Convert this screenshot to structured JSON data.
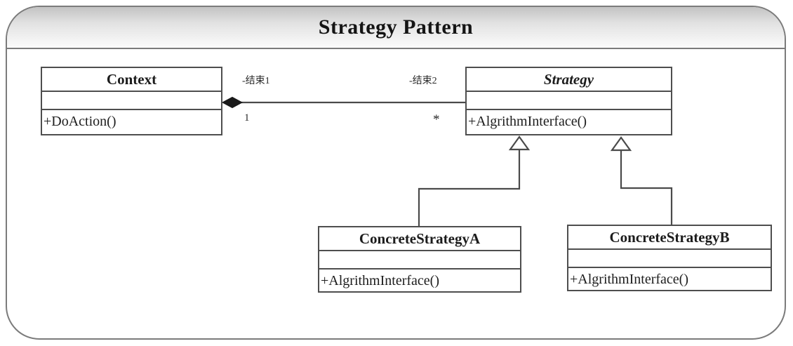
{
  "header": {
    "title": "Strategy Pattern"
  },
  "classes": {
    "context": {
      "name": "Context",
      "attributes": "",
      "methods": "+DoAction()"
    },
    "strategy": {
      "name": "Strategy",
      "stereotype": "abstract",
      "attributes": "",
      "methods": "+AlgrithmInterface()"
    },
    "concrete_a": {
      "name": "ConcreteStrategyA",
      "attributes": "",
      "methods": "+AlgrithmInterface()"
    },
    "concrete_b": {
      "name": "ConcreteStrategyB",
      "attributes": "",
      "methods": "+AlgrithmInterface()"
    }
  },
  "relationships": {
    "aggregation": {
      "type": "aggregation",
      "from": "Context",
      "to": "Strategy",
      "role_context_end": "-结束1",
      "role_strategy_end": "-结束2",
      "multiplicity_context_end": "1",
      "multiplicity_strategy_end": "*"
    },
    "generalizations": [
      {
        "from": "ConcreteStrategyA",
        "to": "Strategy"
      },
      {
        "from": "ConcreteStrategyB",
        "to": "Strategy"
      }
    ]
  },
  "colors": {
    "frame_border": "#7b7b7b",
    "box_border": "#4e4e4e",
    "line": "#4a4a4a",
    "diamond_fill": "#1a1a1a",
    "header_gradient_top": "#c3c3c3",
    "header_gradient_bottom": "#fbfbfb",
    "text": "#1c1c1c",
    "background": "#ffffff"
  }
}
